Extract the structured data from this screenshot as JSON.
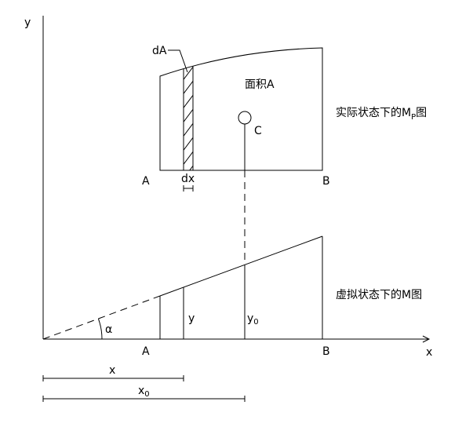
{
  "axes": {
    "y_label": "y",
    "x_label": "x"
  },
  "real_diagram": {
    "element_label": "dA",
    "area_label": "面积A",
    "centroid_label": "C",
    "left_label": "A",
    "right_label": "B",
    "width_label": "dx",
    "title_prefix": "实际状态下的M",
    "title_sub": "P",
    "title_suffix": "图"
  },
  "virtual_diagram": {
    "angle_label": "α",
    "ordinate_label": "y",
    "centroid_ordinate_prefix": "y",
    "centroid_ordinate_sub": "0",
    "left_label": "A",
    "right_label": "B",
    "title": "虚拟状态下的M图"
  },
  "dimensions": {
    "x_label": "x",
    "x0_prefix": "x",
    "x0_sub": "0"
  }
}
